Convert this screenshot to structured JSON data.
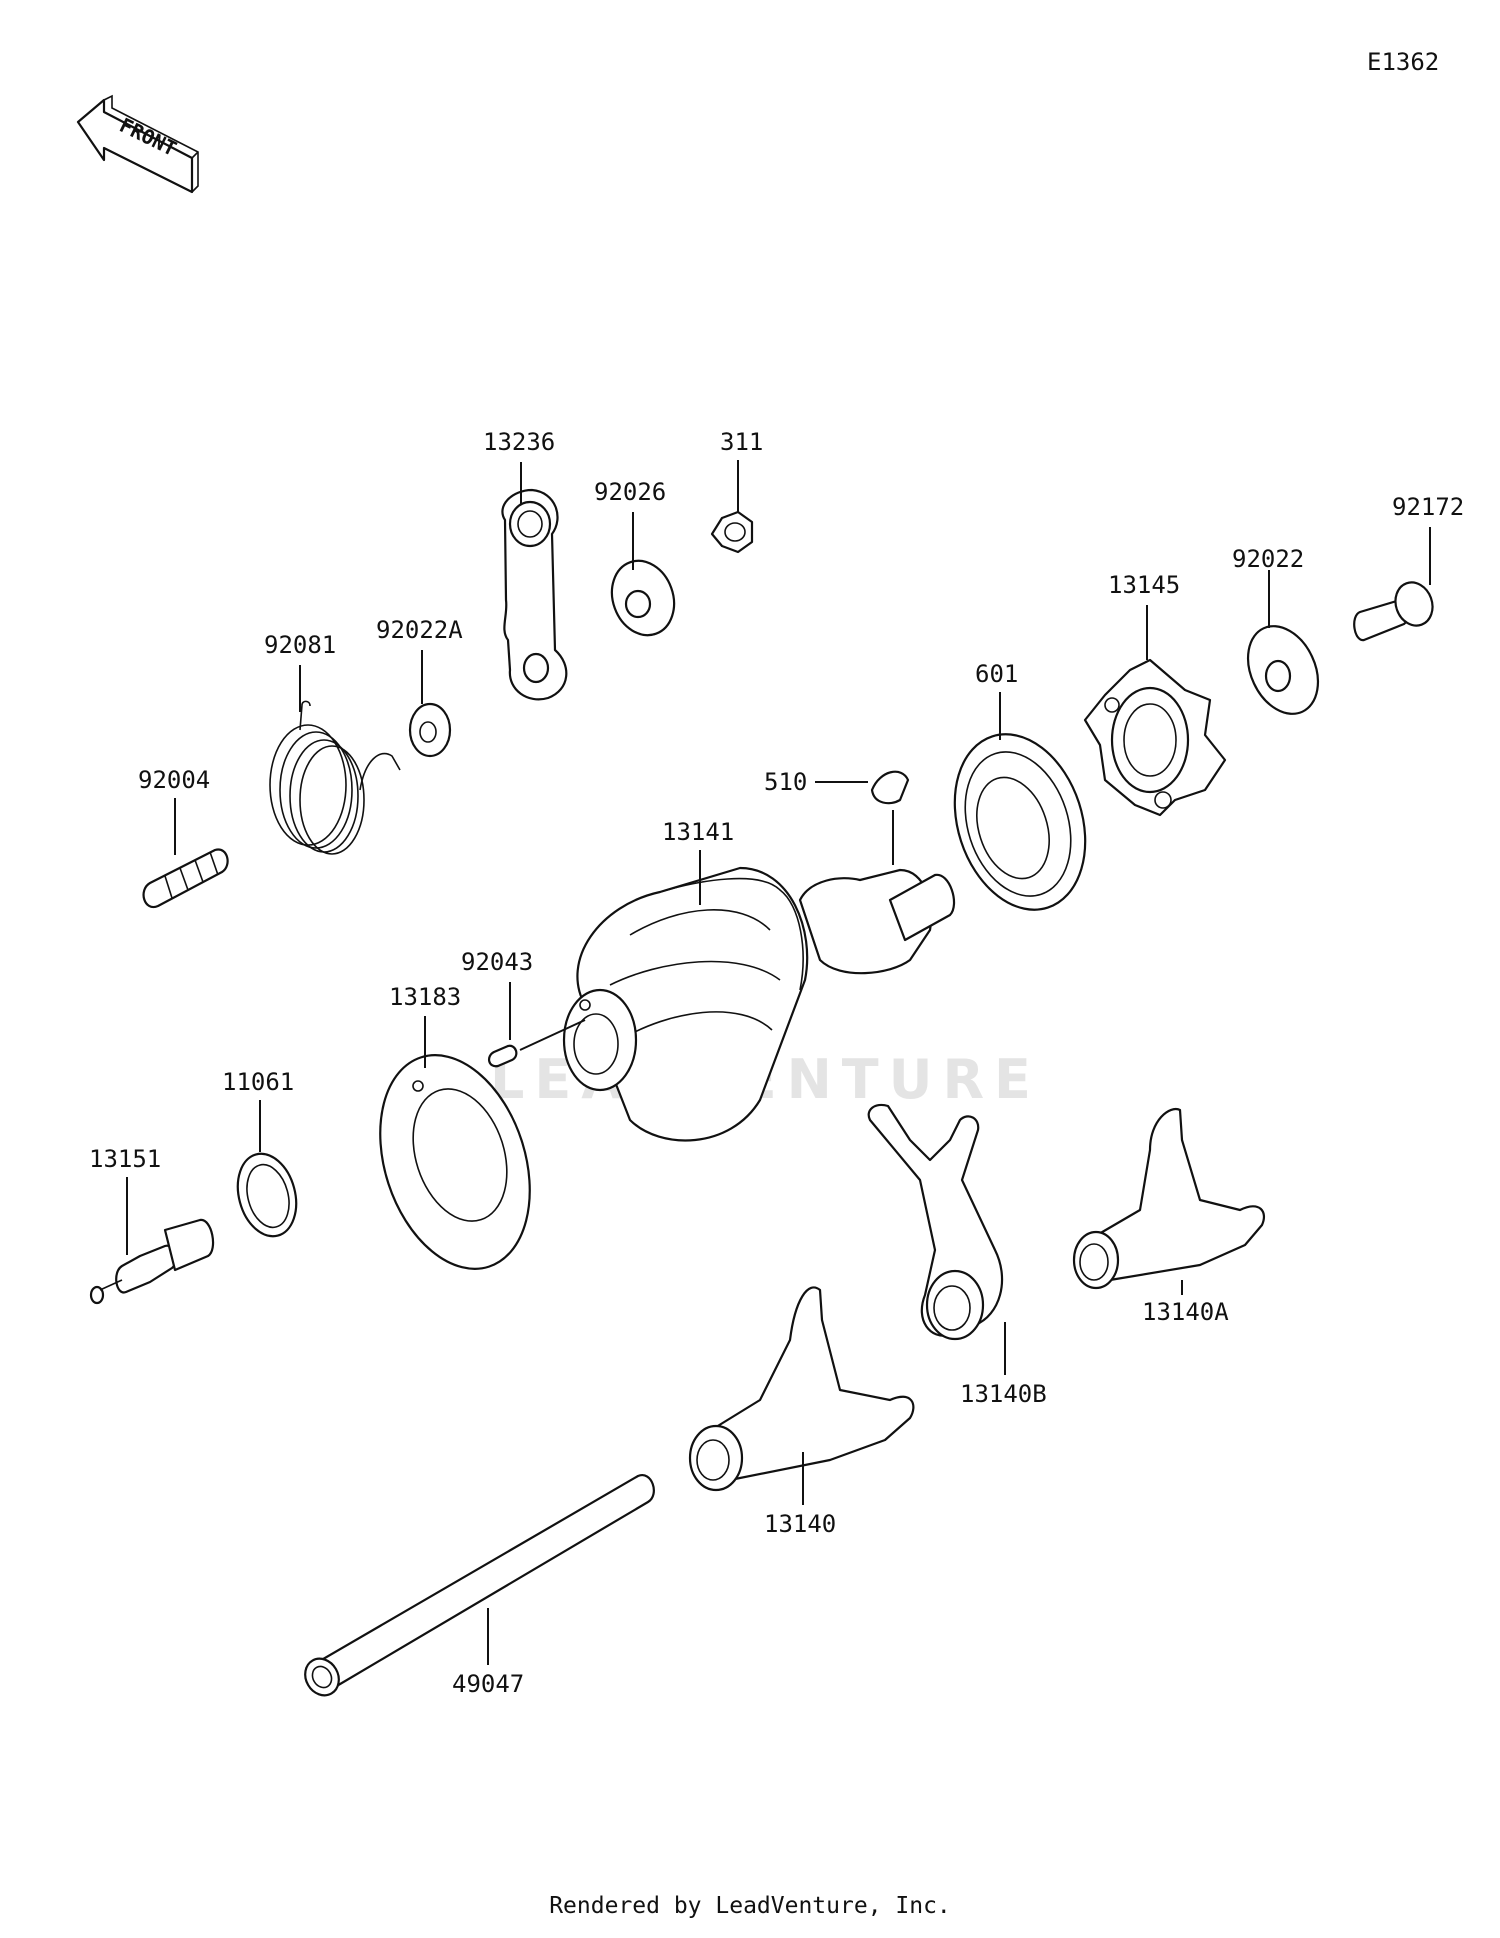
{
  "diagram_id": "E1362",
  "front_label": "FRONT",
  "watermark": "LEADVENTURE",
  "footer": "Rendered by LeadVenture, Inc.",
  "parts": [
    {
      "num": "13236"
    },
    {
      "num": "311"
    },
    {
      "num": "92026"
    },
    {
      "num": "92172"
    },
    {
      "num": "92081"
    },
    {
      "num": "92022A"
    },
    {
      "num": "13145"
    },
    {
      "num": "92022"
    },
    {
      "num": "601"
    },
    {
      "num": "92004"
    },
    {
      "num": "510"
    },
    {
      "num": "13141"
    },
    {
      "num": "92043"
    },
    {
      "num": "13183"
    },
    {
      "num": "11061"
    },
    {
      "num": "13151"
    },
    {
      "num": "13140A"
    },
    {
      "num": "13140B"
    },
    {
      "num": "13140"
    },
    {
      "num": "49047"
    }
  ]
}
